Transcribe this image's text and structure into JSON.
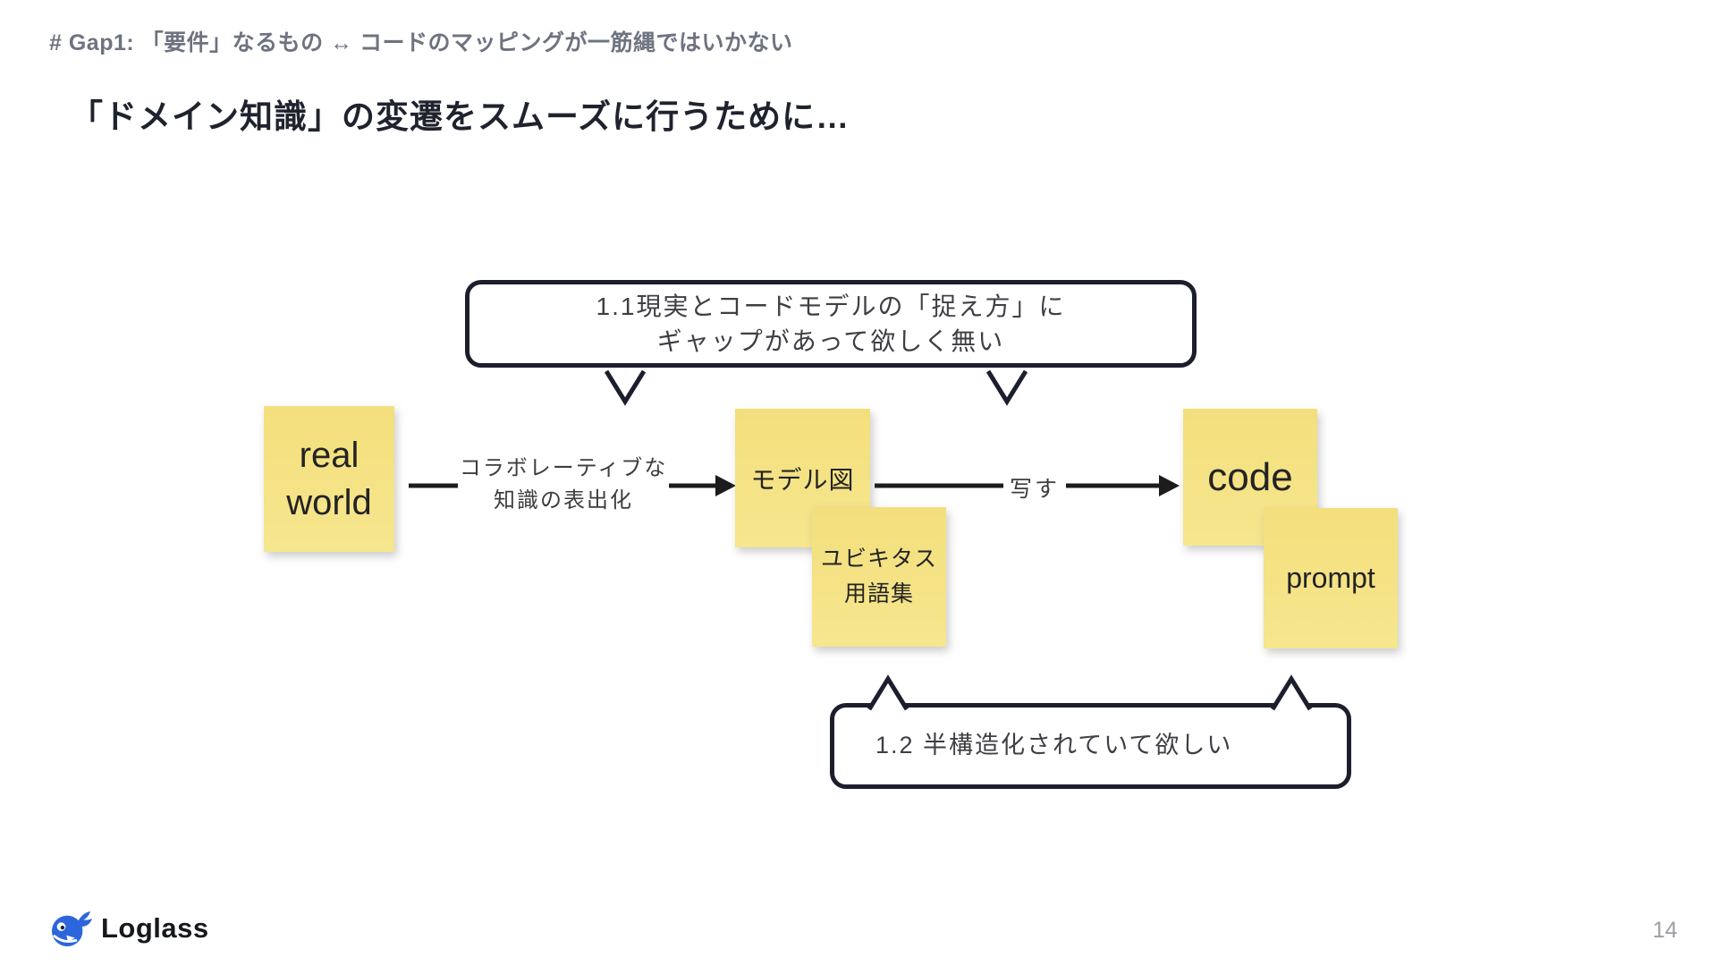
{
  "slide": {
    "header_note": "# Gap1: 「要件」なるもの ↔ コードのマッピングが一筋縄ではいかない",
    "title": "「ドメイン知識」の変遷をスムーズに行うために…",
    "page_number": "14"
  },
  "diagram": {
    "callout_top": {
      "text": "1.1現実とコードモデルの「捉え方」に\nギャップがあって欲しく無い"
    },
    "callout_bottom": {
      "text": "1.2 半構造化されていて欲しい"
    },
    "stickies": {
      "real_world": "real\nworld",
      "model_diagram": "モデル図",
      "ubiquitous_glossary": "ユビキタス\n用語集",
      "code": "code",
      "prompt": "prompt"
    },
    "arrow_labels": {
      "collaborative": "コラボレーティブな\n知識の表出化",
      "transcribe": "写す"
    },
    "colors": {
      "sticky_yellow": "#F4E180",
      "outline_dark": "#1B1F2D",
      "arrow_black": "#1C1C1C",
      "accent_blue": "#2C66DD"
    }
  },
  "footer": {
    "logo_text": "Loglass"
  }
}
